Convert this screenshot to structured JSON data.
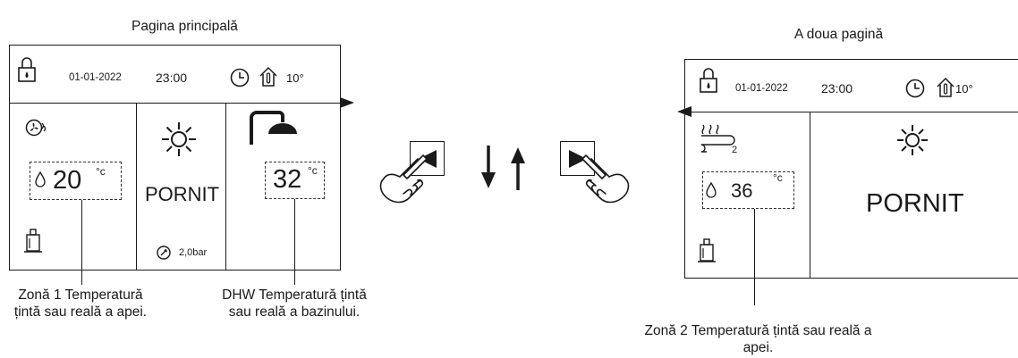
{
  "page1": {
    "title": "Pagina principală",
    "date": "01-01-2022",
    "time": "23:00",
    "outdoor_temp": "10°",
    "zone1_temp": "20",
    "zone1_unit": "°c",
    "mode_status": "PORNIT",
    "pressure": "2,0bar",
    "dhw_temp": "32",
    "dhw_unit": "°c"
  },
  "page2": {
    "title": "A doua pagină",
    "date": "01-01-2022",
    "time": "23:00",
    "outdoor_temp": "10°",
    "zone_number": "2",
    "zone2_temp": "36",
    "zone2_unit": "°c",
    "mode_status": "PORNIT"
  },
  "captions": {
    "zone1": [
      "Zonă 1 Temperatură",
      "țintă sau reală a apei."
    ],
    "dhw": [
      "DHW Temperatură țintă",
      "sau reală a bazinului."
    ],
    "zone2": [
      "Zonă 2 Temperatură țintă sau reală a",
      "apei."
    ]
  },
  "icons": {
    "lock": "lock-icon",
    "clock": "clock-icon",
    "outdoor": "house-thermometer-icon",
    "fan": "fan-icon",
    "sun": "sun-icon",
    "shower": "shower-icon",
    "droplet": "droplet-icon",
    "tank": "tank-icon",
    "gauge": "pressure-gauge-icon",
    "floor_heating": "floor-heating-icon",
    "left_button": "left-arrow-button-icon",
    "right_button": "right-arrow-button-icon",
    "hand": "hand-pointer-icon"
  }
}
